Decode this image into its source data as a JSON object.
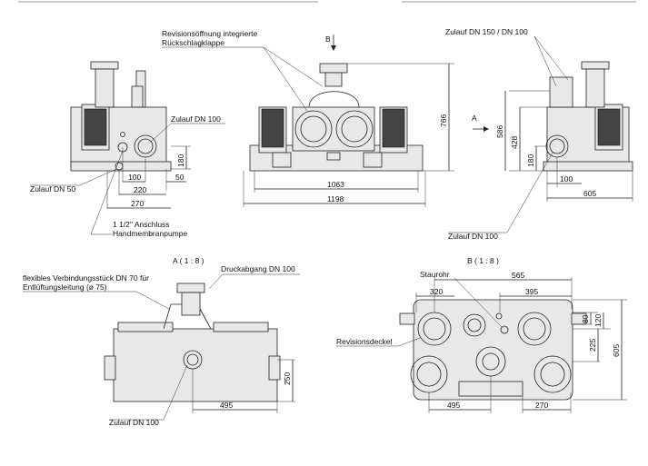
{
  "labels": {
    "revision_opening_1": "Revisionsöffnung integrierte",
    "revision_opening_2": "Rückschlagklappe",
    "view_b_arrow": "B",
    "zulauf_150_100": "Zulauf DN 150 / DN 100",
    "zulauf_100_left": "Zulauf DN 100",
    "zulauf_50": "Zulauf DN 50",
    "anschluss_1": "1 1/2\" Anschluss",
    "anschluss_2": "Handmembranpumpe",
    "view_a_arrow": "A",
    "zulauf_100_right": "Zulauf DN 100",
    "view_a_title": "A ( 1 : 8 )",
    "view_b_title": "B ( 1 : 8 )",
    "druckabgang": "Druckabgang DN 100",
    "flex_1": "flexibles Verbindungsstück DN 70 für",
    "flex_2": "Entlüftungsleitung (ø 75)",
    "zulauf_100_bottom": "Zulauf DN 100",
    "staurohr": "Staurohr",
    "revisionsdeckel": "Revisionsdeckel"
  },
  "dims": {
    "d180_left": "180",
    "d50": "50",
    "d100_left": "100",
    "d220": "220",
    "d270_left": "270",
    "d766": "766",
    "d1063": "1063",
    "d1198": "1198",
    "d586": "586",
    "d428": "428",
    "d180_right": "180",
    "d100_right": "100",
    "d605_right": "605",
    "d250": "250",
    "d495_a": "495",
    "d565": "565",
    "d320": "320",
    "d395": "395",
    "d80": "80",
    "d120": "120",
    "d225": "225",
    "d605_b": "605",
    "d495_b": "495",
    "d270_b": "270"
  }
}
